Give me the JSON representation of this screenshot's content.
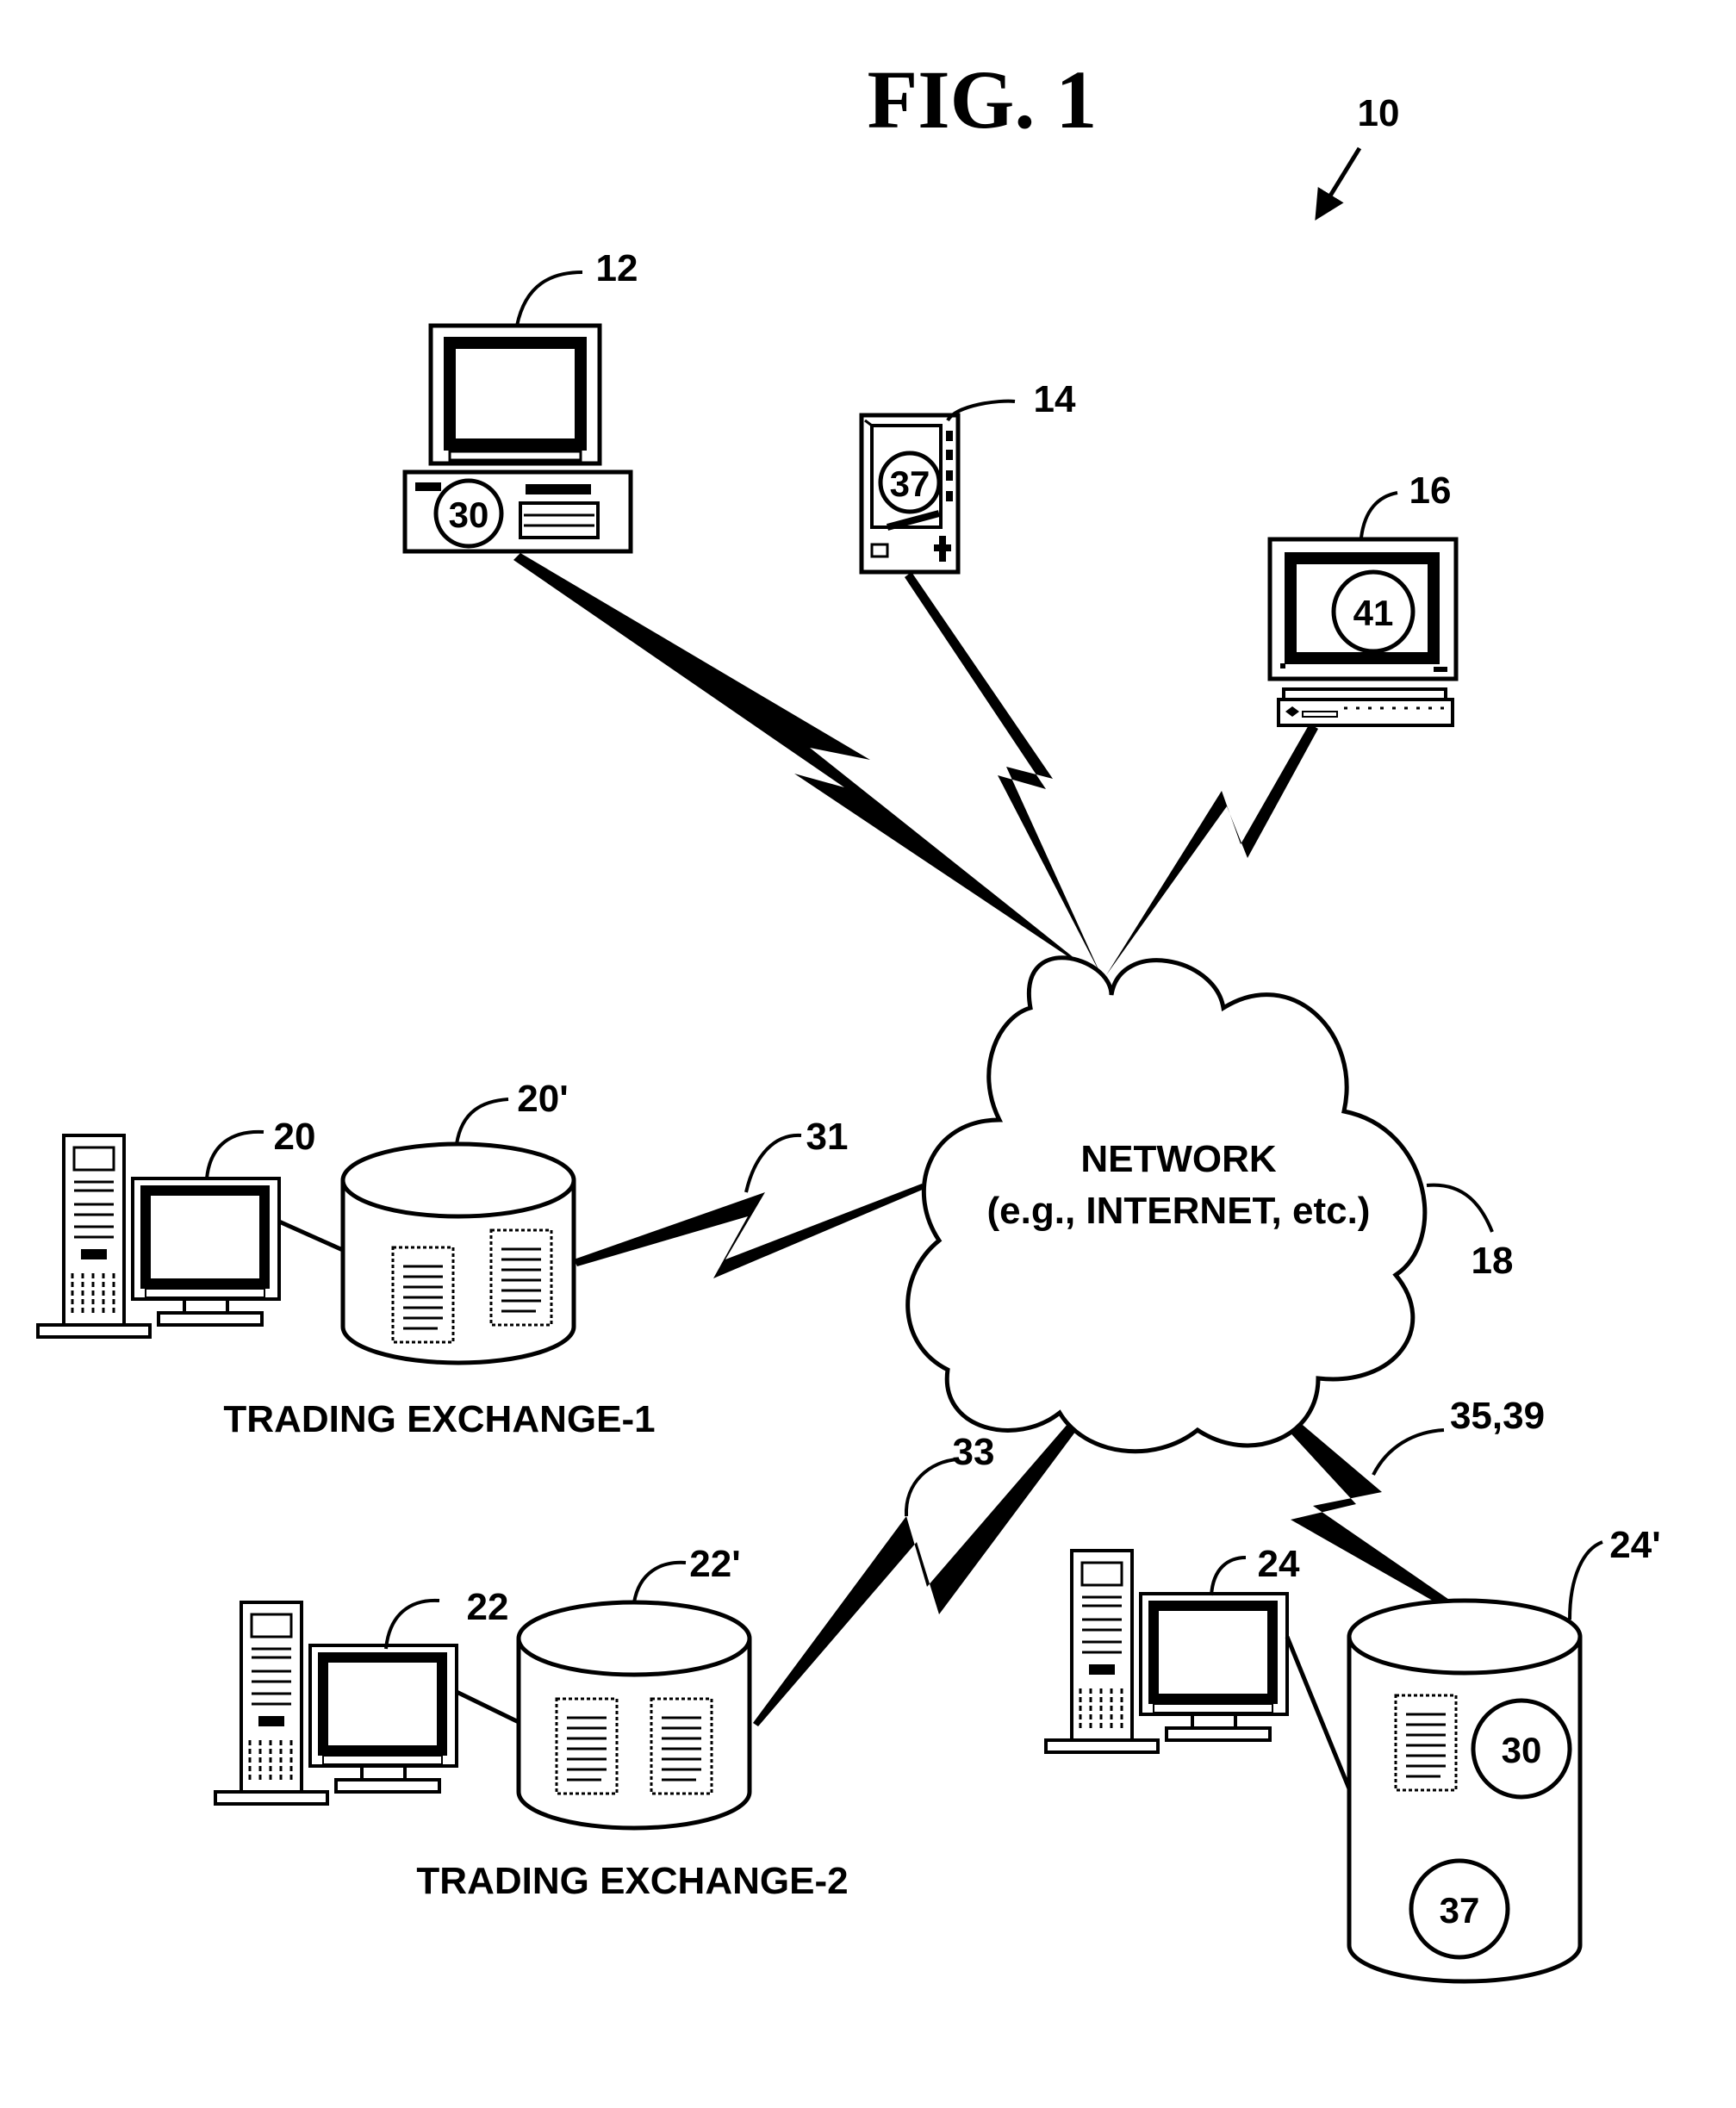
{
  "figure": {
    "title": "FIG. 1",
    "system_ref": "10"
  },
  "colors": {
    "ink": "#000000",
    "paper": "#ffffff"
  },
  "network": {
    "line1": "NETWORK",
    "line2": "(e.g., INTERNET, etc.)",
    "ref": "18"
  },
  "devices": {
    "desktop": {
      "ref": "12",
      "module": "30"
    },
    "handheld": {
      "ref": "14",
      "module": "37"
    },
    "monitor_terminal": {
      "ref": "16",
      "module": "41"
    }
  },
  "links": {
    "exchange1": "31",
    "exchange2": "33",
    "server": "35,39"
  },
  "exchange1": {
    "computer_ref": "20",
    "database_ref": "20'",
    "label": "TRADING EXCHANGE-1"
  },
  "exchange2": {
    "computer_ref": "22",
    "database_ref": "22'",
    "label": "TRADING EXCHANGE-2"
  },
  "server": {
    "computer_ref": "24",
    "database_ref": "24'",
    "module_a": "30",
    "module_b": "37"
  }
}
